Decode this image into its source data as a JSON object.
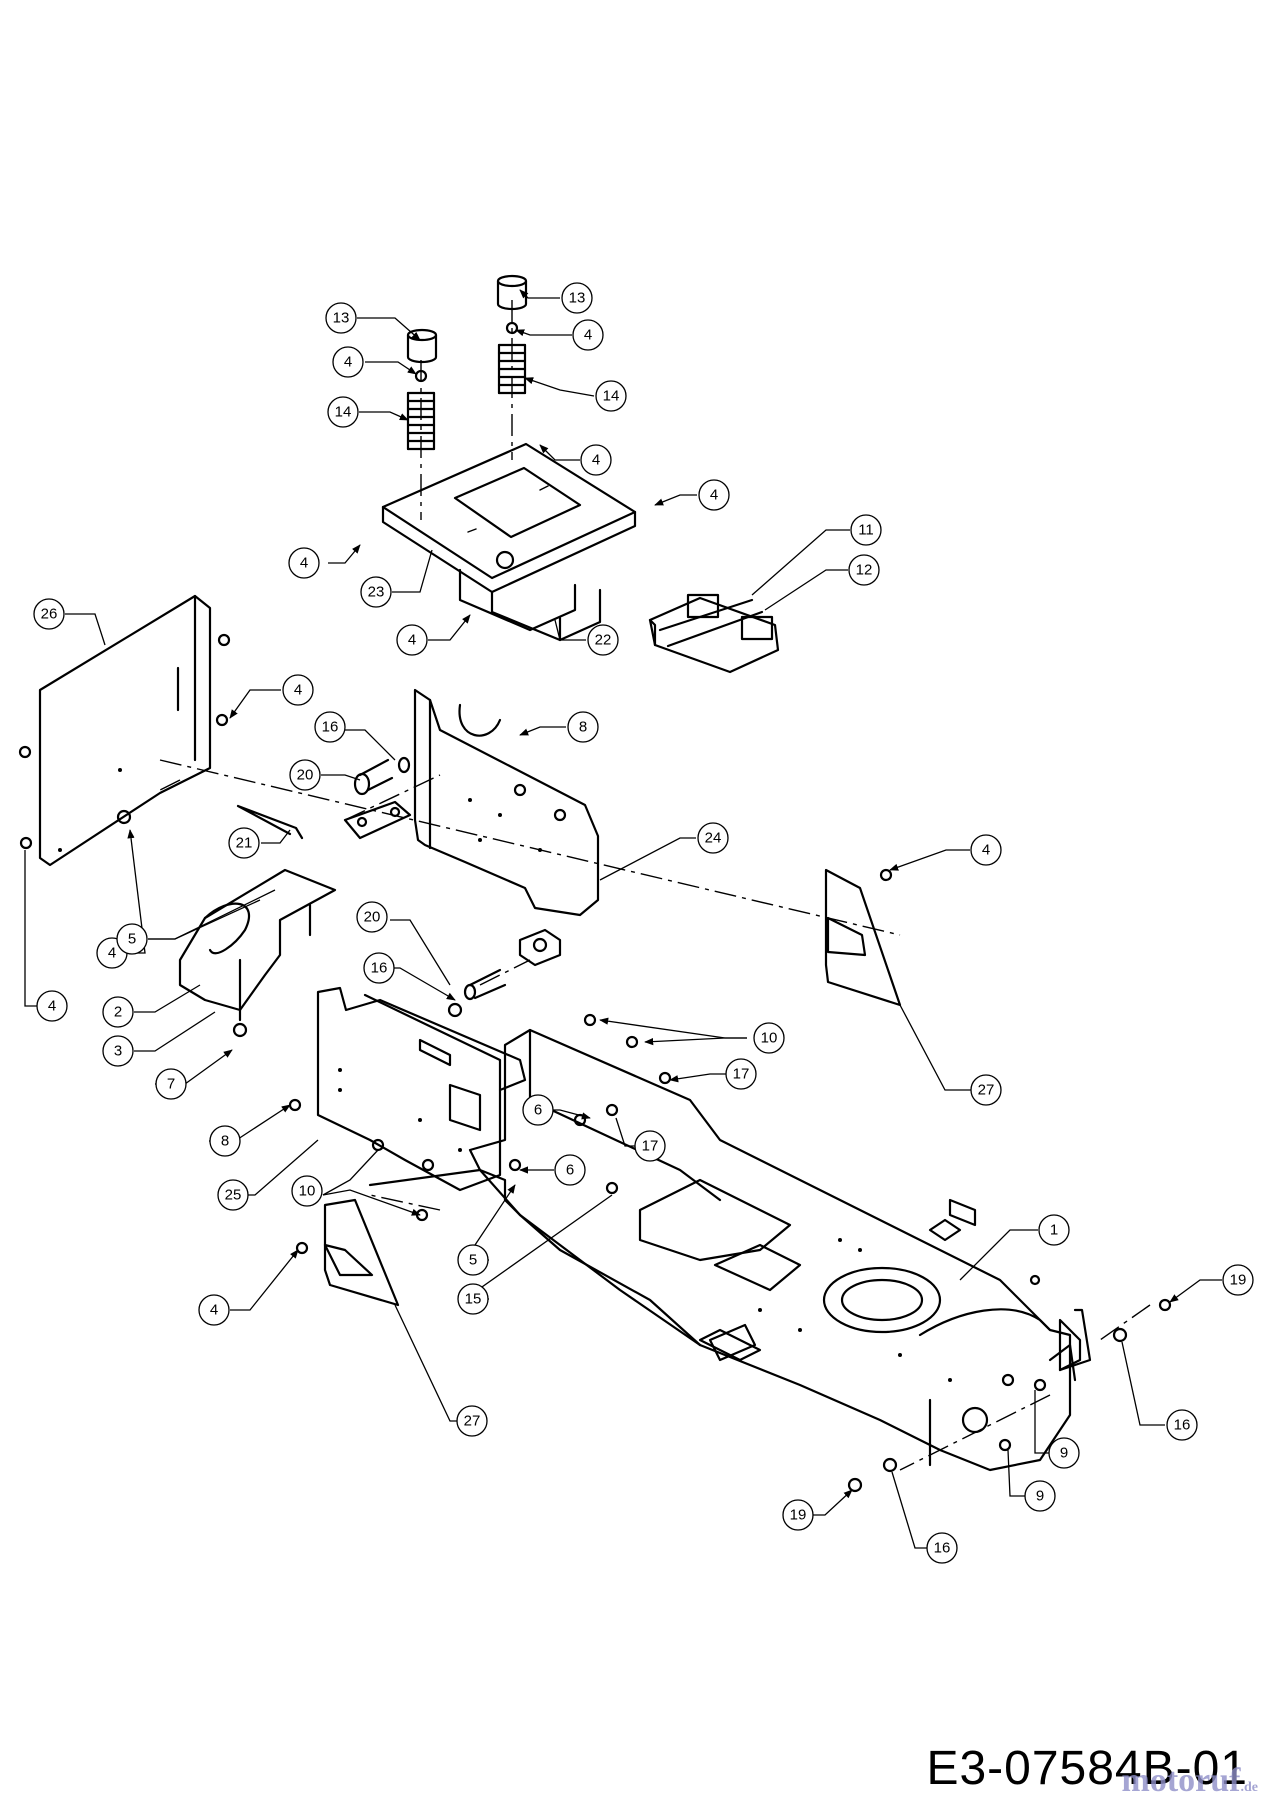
{
  "diagram": {
    "code": "E3-07584B-01",
    "watermark": {
      "brand": "motoruf",
      "tld": ".de"
    },
    "callouts": [
      "13",
      "13",
      "4",
      "4",
      "14",
      "14",
      "4",
      "4",
      "4",
      "23",
      "22",
      "4",
      "11",
      "12",
      "26",
      "4",
      "8",
      "16",
      "20",
      "24",
      "4",
      "21",
      "4",
      "4",
      "5",
      "20",
      "16",
      "10",
      "17",
      "2",
      "3",
      "6",
      "17",
      "7",
      "8",
      "25",
      "6",
      "10",
      "5",
      "15",
      "1",
      "4",
      "19",
      "27",
      "16",
      "9",
      "9",
      "19",
      "16",
      "27"
    ]
  }
}
